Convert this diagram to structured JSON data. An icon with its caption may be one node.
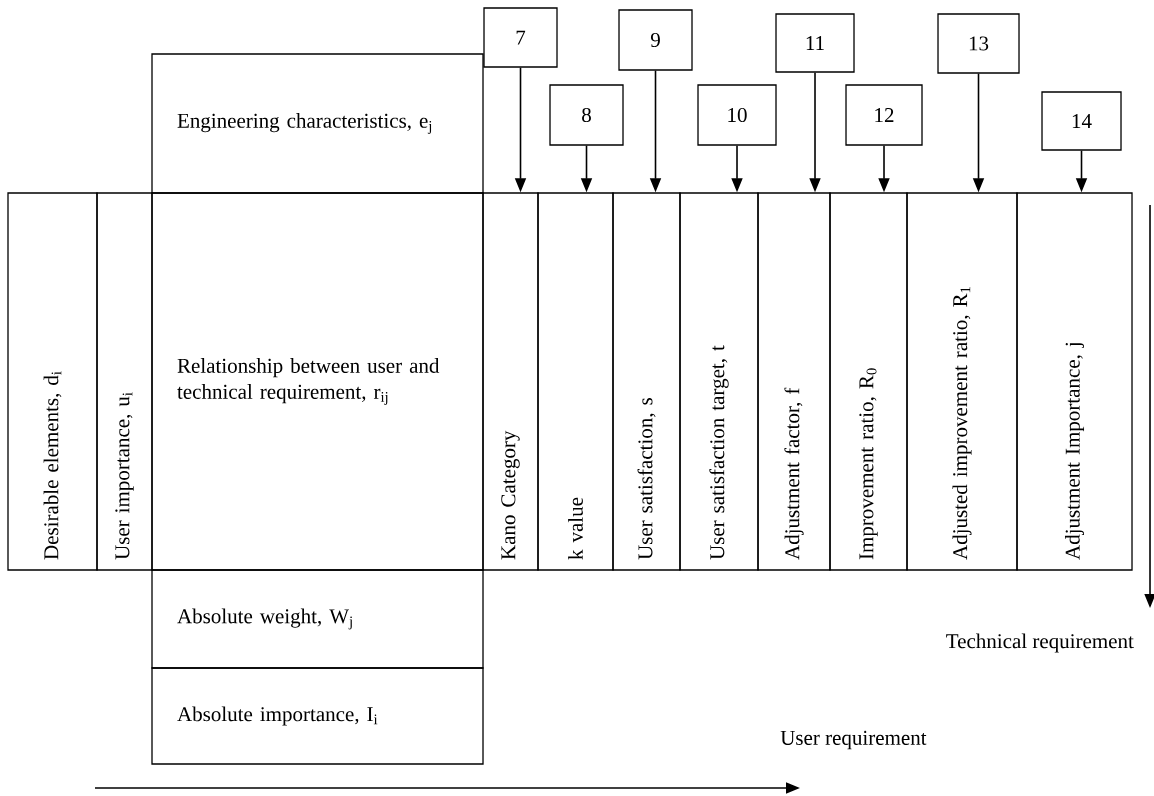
{
  "diagram": {
    "nodes": [
      {
        "text": [
          "Engineering characteristics, e$_{j}$"
        ]
      },
      {
        "text": [
          "Desirable elements, d$_{i}$"
        ]
      },
      {
        "text": [
          "User importance, u$_{i}$"
        ]
      },
      {
        "text": [
          "Relationship between user and technical requirement, r$_{ij}$"
        ]
      },
      {
        "text": [
          "Kano Category"
        ]
      },
      {
        "text": [
          "k value"
        ]
      },
      {
        "text": [
          "User satisfaction, s"
        ]
      },
      {
        "text": [
          "User satisfaction target, t"
        ]
      },
      {
        "text": [
          "Adjustment factor, f"
        ]
      },
      {
        "text": [
          "Improvement ratio, R$_{0}$"
        ]
      },
      {
        "text": [
          "Adjusted improvement ratio, R$_{1}$"
        ]
      },
      {
        "text": [
          "Adjustment Importance, j"
        ]
      },
      {
        "text": [
          "Absolute weight, W$_{j}$"
        ]
      },
      {
        "text": [
          "Absolute importance, I$_{i}$"
        ]
      },
      {
        "text": [
          "7"
        ]
      },
      {
        "text": [
          "8"
        ]
      },
      {
        "text": [
          "9"
        ]
      },
      {
        "text": [
          "10"
        ]
      },
      {
        "text": [
          "11"
        ]
      },
      {
        "text": [
          "12"
        ]
      },
      {
        "text": [
          "13"
        ]
      },
      {
        "text": [
          "14"
        ]
      }
    ],
    "edges": [
      {
        "from": 14,
        "to": 4,
        "arrow": "to"
      },
      {
        "from": 15,
        "to": 5,
        "arrow": "to"
      },
      {
        "from": 16,
        "to": 6,
        "arrow": "to"
      },
      {
        "from": 17,
        "to": 7,
        "arrow": "to"
      },
      {
        "from": 18,
        "to": 8,
        "arrow": "to"
      },
      {
        "from": 19,
        "to": 9,
        "arrow": "to"
      },
      {
        "from": 20,
        "to": 10,
        "arrow": "to"
      },
      {
        "from": 21,
        "to": 11,
        "arrow": "to"
      }
    ],
    "labels": [
      "Technical requirement",
      "User requirement"
    ]
  }
}
